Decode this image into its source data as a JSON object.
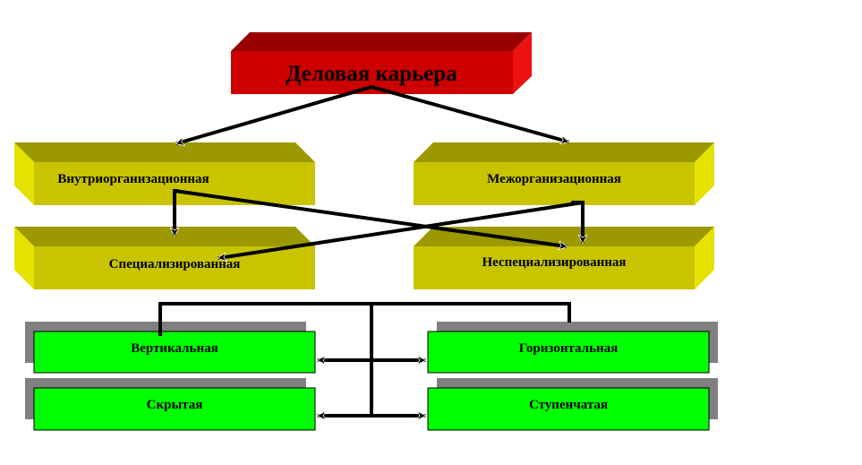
{
  "diagram": {
    "root": {
      "label": "Деловая карьера"
    },
    "level1": {
      "intra": {
        "label": "Внутриорганизационная"
      },
      "inter": {
        "label": "Межорганизационная"
      }
    },
    "level2": {
      "specialized": {
        "label": "Специализированная"
      },
      "nonspecialized": {
        "label": "Неспециализированная"
      }
    },
    "level3": {
      "vertical": {
        "label": "Вертикальная"
      },
      "horizontal": {
        "label": "Горизонтальная"
      },
      "hidden": {
        "label": "Скрытая"
      },
      "stepped": {
        "label": "Ступенчатая"
      }
    },
    "colors": {
      "root_front": "#cc0000",
      "root_top": "#990000",
      "root_side": "#ee1111",
      "level_front": "#c8c400",
      "level_top": "#9c9900",
      "level_side": "#e6e200",
      "type_box": "#00ff00",
      "type_shadow": "#808080",
      "connector": "#000000"
    }
  }
}
